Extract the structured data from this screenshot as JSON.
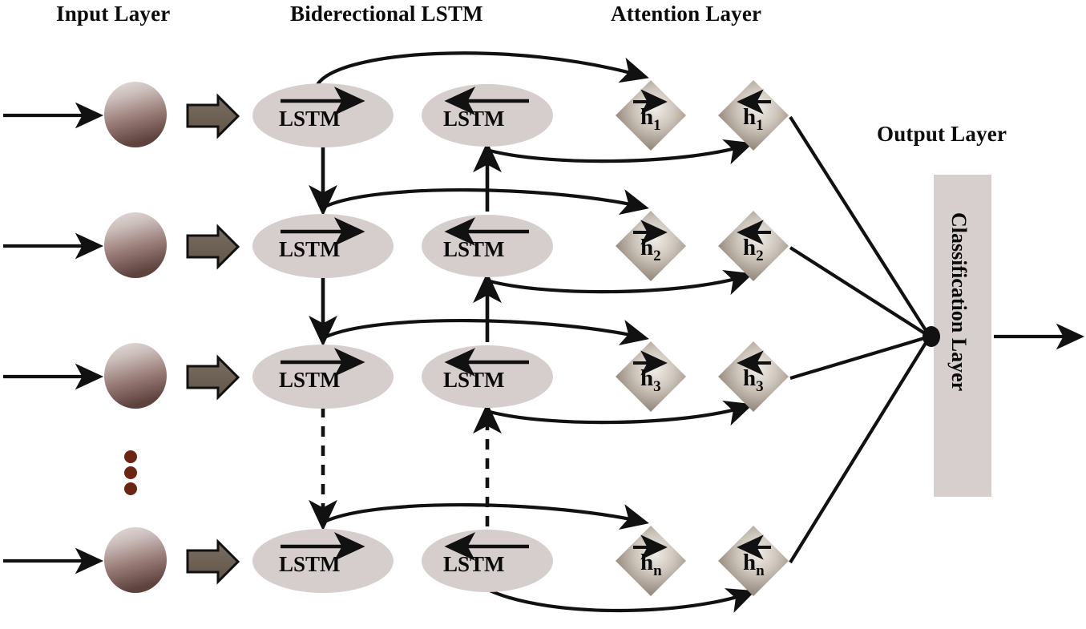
{
  "titles": {
    "input": "Input Layer",
    "bilstm": "Biderectional LSTM",
    "attention": "Attention Layer",
    "output": "Output Layer"
  },
  "colors": {
    "lstm_fill": "#d6cecd",
    "lstm_stroke": "#d6cecd",
    "diamond_light": "#e8e4df",
    "diamond_dark": "#8d8074",
    "block_arrow_fill": "#6f6257",
    "circle_top": "#ded6d4",
    "circle_bottom": "#6b4f4a",
    "classifier_fill": "#d6cfce",
    "ellipsis_dot": "#6b2512",
    "line": "#111111",
    "text": "#0a0a0a"
  },
  "nodes": {
    "lstm_label": "LSTM",
    "forward_arrow_icon": "arrow-right",
    "backward_arrow_icon": "arrow-left",
    "input_circle_icon": "input-neuron",
    "block_arrow_icon": "block-arrow-right"
  },
  "rows": [
    {
      "id": "row-1",
      "index": "1",
      "h_label": "h",
      "h_sub": "1",
      "link_style": "solid"
    },
    {
      "id": "row-2",
      "index": "2",
      "h_label": "h",
      "h_sub": "2",
      "link_style": "solid"
    },
    {
      "id": "row-3",
      "index": "3",
      "h_label": "h",
      "h_sub": "3",
      "link_style": "dashed"
    },
    {
      "id": "row-n",
      "index": "n",
      "h_label": "h",
      "h_sub": "n",
      "link_style": "solid"
    }
  ],
  "attention": {
    "forward_diamond_name": "forward-hidden-state",
    "backward_diamond_name": "backward-hidden-state"
  },
  "classifier": {
    "label": "Classification Layer"
  },
  "ellipsis": {
    "dots": [
      "dot-1",
      "dot-2",
      "dot-3"
    ]
  }
}
